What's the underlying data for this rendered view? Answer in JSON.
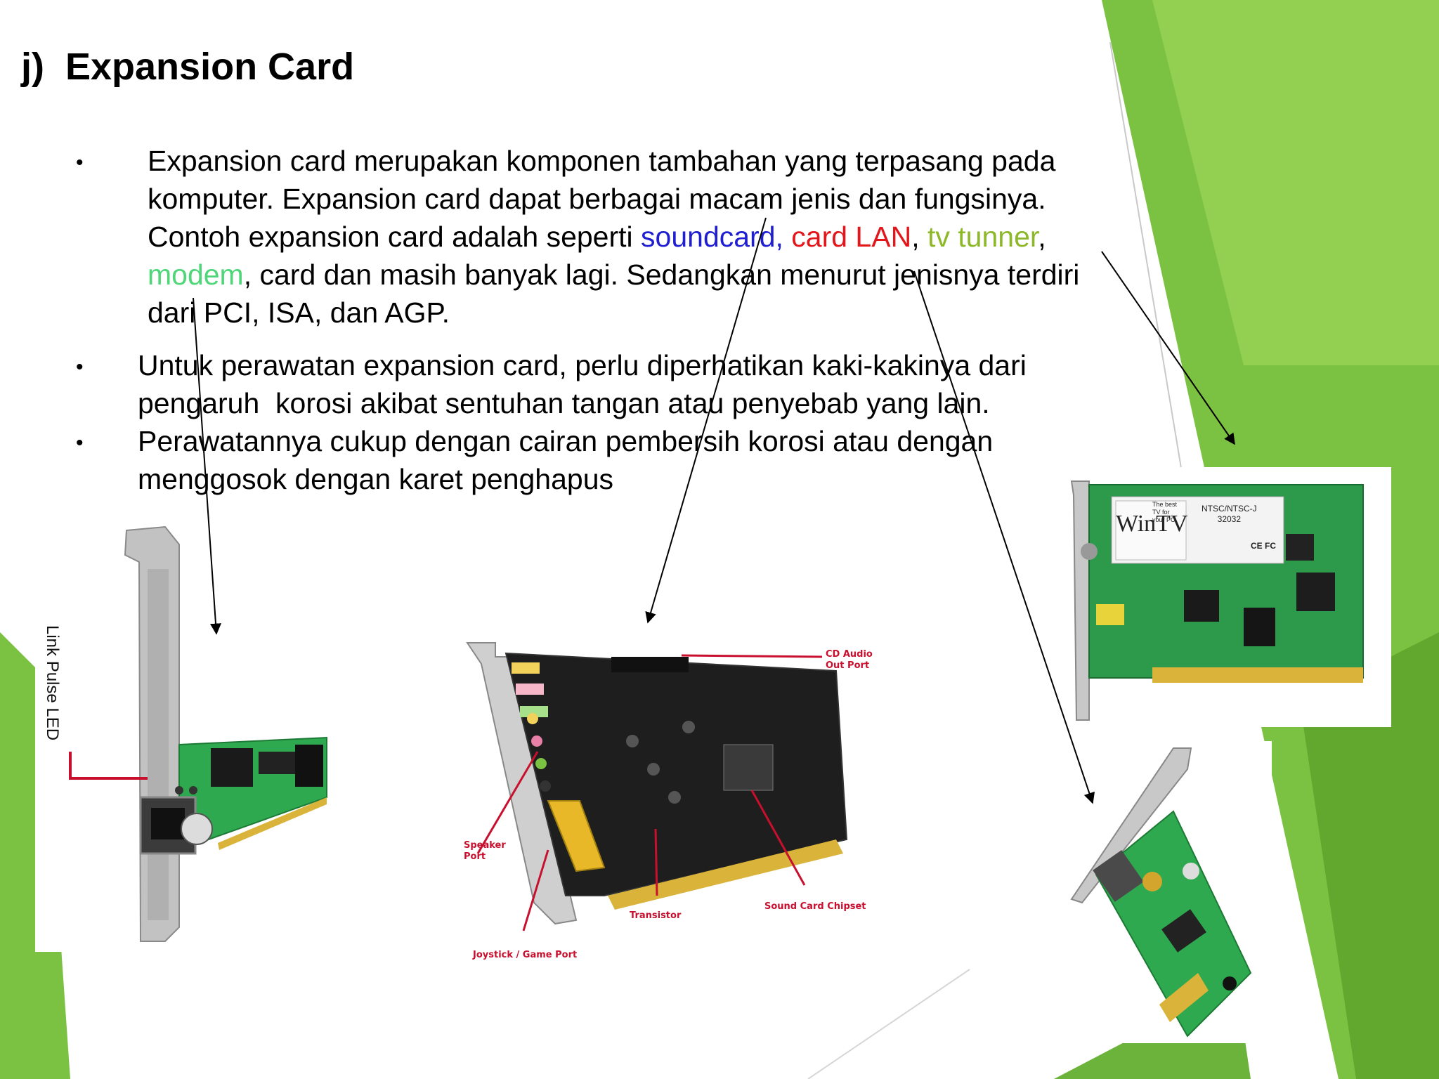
{
  "slide": {
    "title": "j)  Expansion Card",
    "colors": {
      "soundcard": "#1f1fd1",
      "lan": "#e3161b",
      "tv": "#8db82a",
      "modem": "#4ed678",
      "accent_green": "#7cc242"
    },
    "bullets": [
      {
        "lines": [
          [
            {
              "text": "Expansion card merupakan komponen tambahan yang terpasang pada"
            }
          ],
          [
            {
              "text": "komputer. Expansion card dapat berbagai macam jenis dan fungsinya."
            }
          ],
          [
            {
              "text": "Contoh expansion card adalah seperti "
            },
            {
              "text": "soundcard, ",
              "color": "#1f1fd1"
            },
            {
              "text": "card LAN",
              "color": "#e3161b"
            },
            {
              "text": ", "
            },
            {
              "text": "tv tunner",
              "color": "#8db82a"
            },
            {
              "text": ","
            }
          ],
          [
            {
              "text": "modem",
              "color": "#4ed678"
            },
            {
              "text": ", card dan masih banyak lagi. Sedangkan menurut jenisnya terdiri"
            }
          ],
          [
            {
              "text": "dari PCI, ISA, dan AGP."
            }
          ]
        ]
      },
      {
        "lines": [
          [
            {
              "text": "Untuk perawatan expansion card, perlu diperhatikan kaki-kakinya dari"
            }
          ],
          [
            {
              "text": "pengaruh  korosi akibat sentuhan tangan atau penyebab yang lain."
            }
          ]
        ]
      },
      {
        "lines": [
          [
            {
              "text": "Perawatannya cukup dengan cairan pembersih korosi atau dengan"
            }
          ],
          [
            {
              "text": "menggosok dengan karet penghapus"
            }
          ]
        ]
      }
    ],
    "lan_card": {
      "vertical_label": "Link Pulse LED",
      "icon": "lan-card-icon"
    },
    "sound_card": {
      "icon": "sound-card-icon",
      "callouts": {
        "cd_audio": "CD Audio\nOut Port",
        "speaker": "Speaker\nPort",
        "joystick": "Joystick / Game Port",
        "transistor": "Transistor",
        "chipset": "Sound Card Chipset"
      }
    },
    "tv_card": {
      "icon": "tv-tuner-card-icon",
      "sticker_brand": "WinTV",
      "sticker_small": "The best\nTV for\nyour PC",
      "sticker_model": "NTSC/NTSC-J\n32032",
      "sticker_marks": "CE FC"
    },
    "modem_card": {
      "icon": "modem-card-icon"
    }
  }
}
